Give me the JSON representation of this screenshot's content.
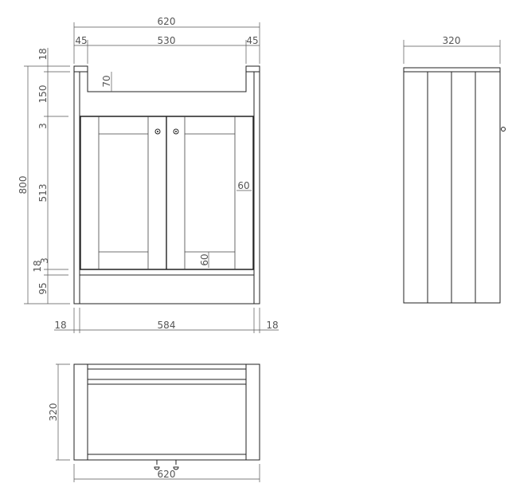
{
  "front_view": {
    "overall_width": "620",
    "top_left_overhang": "45",
    "basin_width": "530",
    "top_right_overhang": "45",
    "overall_height": "800",
    "top_thickness": "18",
    "upper_rail": "150",
    "door_gap_top": "3",
    "door_height": "513",
    "door_gap_bottom": "3",
    "plinth_rail": "18",
    "plinth_height": "95",
    "basin_depth": "70",
    "stile_width": "60",
    "rail_height": "60",
    "left_side": "18",
    "inner_width": "584",
    "right_side": "18"
  },
  "side_view": {
    "depth": "320"
  },
  "plan_view": {
    "depth": "320",
    "width": "620"
  }
}
